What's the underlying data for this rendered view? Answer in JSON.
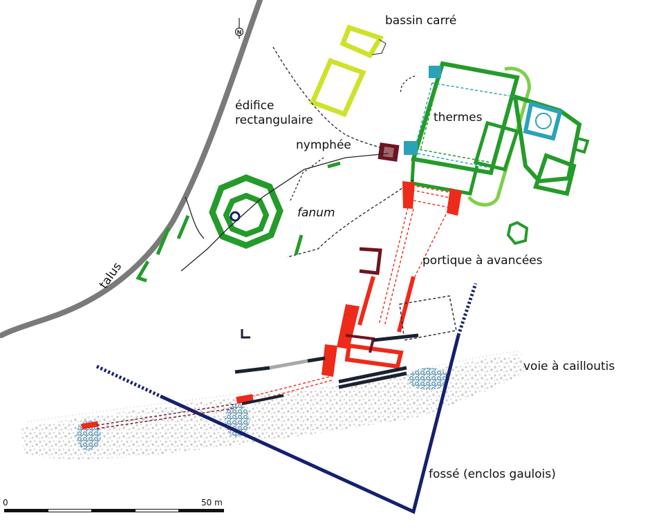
{
  "labels": {
    "bassin": "bassin carré",
    "edifice": "édifice",
    "rectangulaire": "rectangulaire",
    "thermes": "thermes",
    "nymphee": "nymphée",
    "fanum": "fanum",
    "talus": "talus",
    "portique": "portique à avancées",
    "voie": "voie à cailloutis",
    "fosse": "fossé (enclos gaulois)"
  },
  "scale": {
    "start": "0",
    "end": "50 m"
  },
  "compass": {
    "letter": "N",
    "icon": "north-arrow-icon"
  },
  "colors": {
    "talus": "#7a7a7a",
    "fosse": "#14206e",
    "thermes": "#249b2a",
    "thermes_light": "#7fcf4a",
    "bassin": "#cfe22a",
    "portique": "#ee2a1a",
    "nymphee": "#6d1420",
    "basin_teal": "#2aa3b8",
    "voie": "#c4c4c4",
    "dark": "#1a2230"
  }
}
